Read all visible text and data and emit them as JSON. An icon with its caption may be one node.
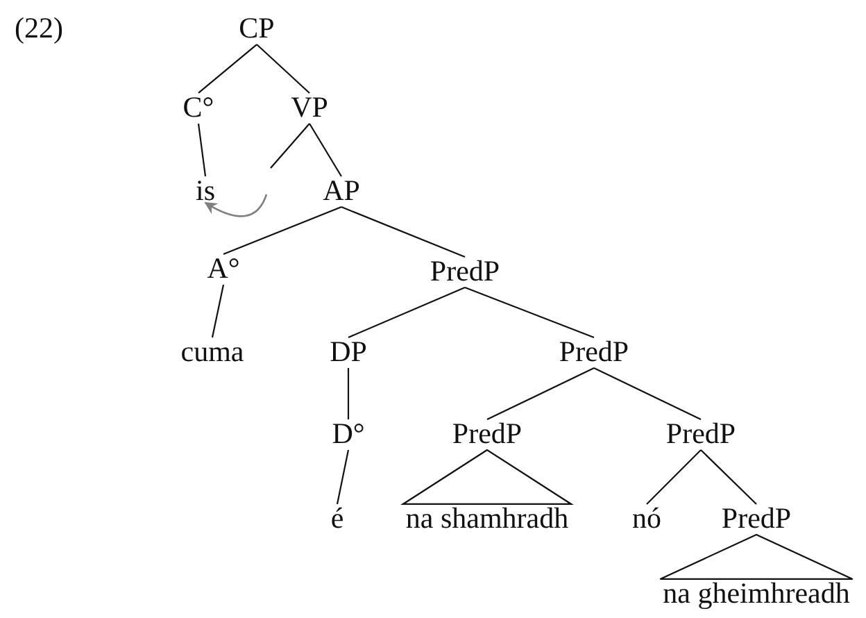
{
  "diagram": {
    "nodes": [
      {
        "text": [
          "CP"
        ]
      },
      {
        "text": [
          "C°"
        ]
      },
      {
        "text": [
          "VP"
        ]
      },
      {
        "text": [
          "is"
        ]
      },
      {
        "text": [
          "AP"
        ]
      },
      {
        "text": [
          "A°"
        ]
      },
      {
        "text": [
          "PredP"
        ]
      },
      {
        "text": [
          "cuma"
        ]
      },
      {
        "text": [
          "DP"
        ]
      },
      {
        "text": [
          "PredP"
        ]
      },
      {
        "text": [
          "D°"
        ]
      },
      {
        "text": [
          "PredP"
        ]
      },
      {
        "text": [
          "PredP"
        ]
      },
      {
        "text": [
          "é"
        ]
      },
      {
        "text": [
          "na shamhradh"
        ]
      },
      {
        "text": [
          "nó"
        ]
      },
      {
        "text": [
          "PredP"
        ]
      },
      {
        "text": [
          "na gheimhreadh"
        ]
      }
    ],
    "edges": [
      {
        "from": 0,
        "to": 1,
        "arrow": "none"
      },
      {
        "from": 0,
        "to": 2,
        "arrow": "none"
      },
      {
        "from": 1,
        "to": 3,
        "arrow": "none"
      },
      {
        "from": 2,
        "to": null,
        "arrow": "none"
      },
      {
        "from": null,
        "to": 3,
        "arrow": "to",
        "color": "#808080"
      },
      {
        "from": 2,
        "to": 4,
        "arrow": "none"
      },
      {
        "from": 4,
        "to": 5,
        "arrow": "none"
      },
      {
        "from": 4,
        "to": 6,
        "arrow": "none"
      },
      {
        "from": 5,
        "to": 7,
        "arrow": "none"
      },
      {
        "from": 6,
        "to": 8,
        "arrow": "none"
      },
      {
        "from": 6,
        "to": 9,
        "arrow": "none"
      },
      {
        "from": 8,
        "to": 10,
        "arrow": "none"
      },
      {
        "from": 9,
        "to": 11,
        "arrow": "none"
      },
      {
        "from": 9,
        "to": 12,
        "arrow": "none"
      },
      {
        "from": 10,
        "to": 13,
        "arrow": "none"
      },
      {
        "from": 11,
        "to": 14,
        "arrow": "none"
      },
      {
        "from": 12,
        "to": 15,
        "arrow": "none"
      },
      {
        "from": 12,
        "to": 16,
        "arrow": "none"
      },
      {
        "from": 16,
        "to": 17,
        "arrow": "none"
      }
    ],
    "labels": [
      "(22)"
    ]
  }
}
